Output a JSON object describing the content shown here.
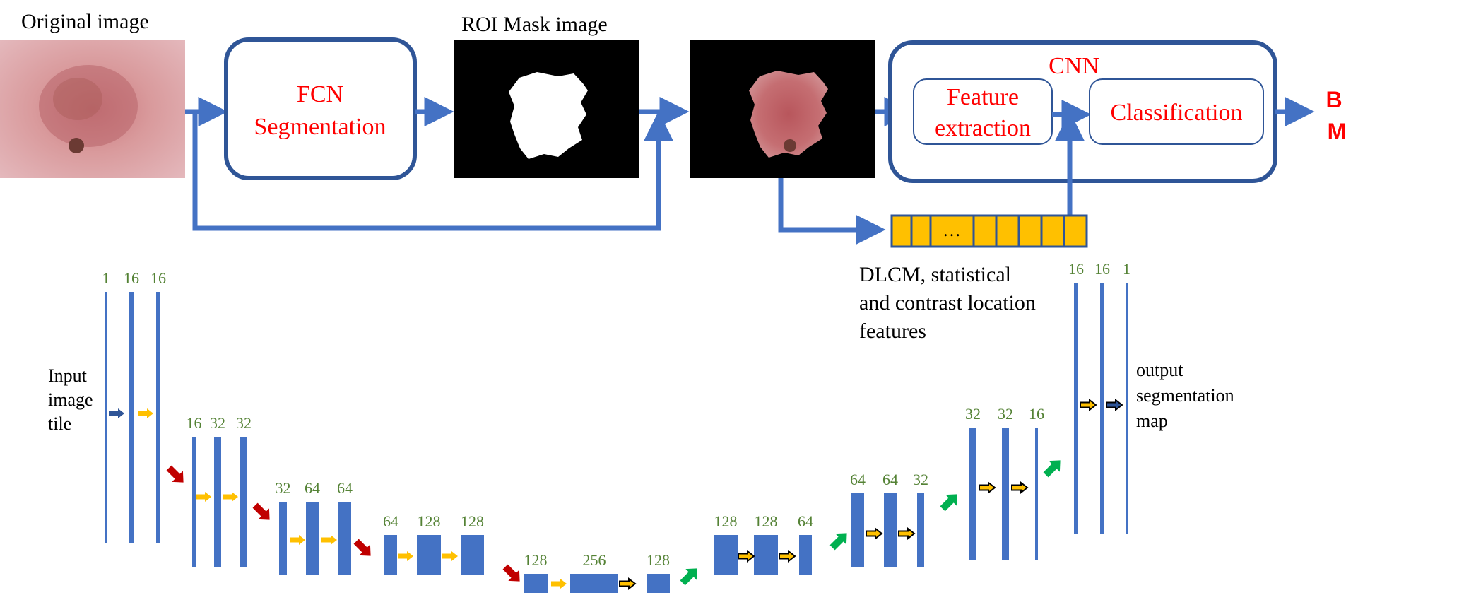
{
  "top": {
    "original_label": "Original image",
    "roi_label": "ROI Mask image",
    "fcn_line1": "FCN",
    "fcn_line2": "Segmentation",
    "cnn_label": "CNN",
    "feature_line1": "Feature",
    "feature_line2": "extraction",
    "classification": "Classification",
    "out_b": "B",
    "out_m": "M",
    "vector_dots": "…",
    "features_line1": "DLCM, statistical",
    "features_line2": "and contrast location",
    "features_line3": "features"
  },
  "unet": {
    "input_line1": "Input",
    "input_line2": "image",
    "input_line3": "tile",
    "output_line1": "output",
    "output_line2": "segmentation",
    "output_line3": "map",
    "enc1": [
      "1",
      "16",
      "16"
    ],
    "enc2": [
      "16",
      "32",
      "32"
    ],
    "enc3": [
      "32",
      "64",
      "64"
    ],
    "enc4": [
      "64",
      "128",
      "128"
    ],
    "bottleneck": [
      "128",
      "256",
      "128"
    ],
    "dec4": [
      "128",
      "128",
      "64"
    ],
    "dec3": [
      "64",
      "64",
      "32"
    ],
    "dec2": [
      "32",
      "32",
      "16"
    ],
    "dec1": [
      "16",
      "16",
      "1"
    ]
  },
  "colors": {
    "blue": "#4472C4",
    "dark_blue": "#2F5597",
    "red_text": "#FF0000",
    "orange": "#FFC000",
    "green_label": "#548235",
    "down_arrow": "#C00000",
    "up_arrow": "#00B050"
  }
}
